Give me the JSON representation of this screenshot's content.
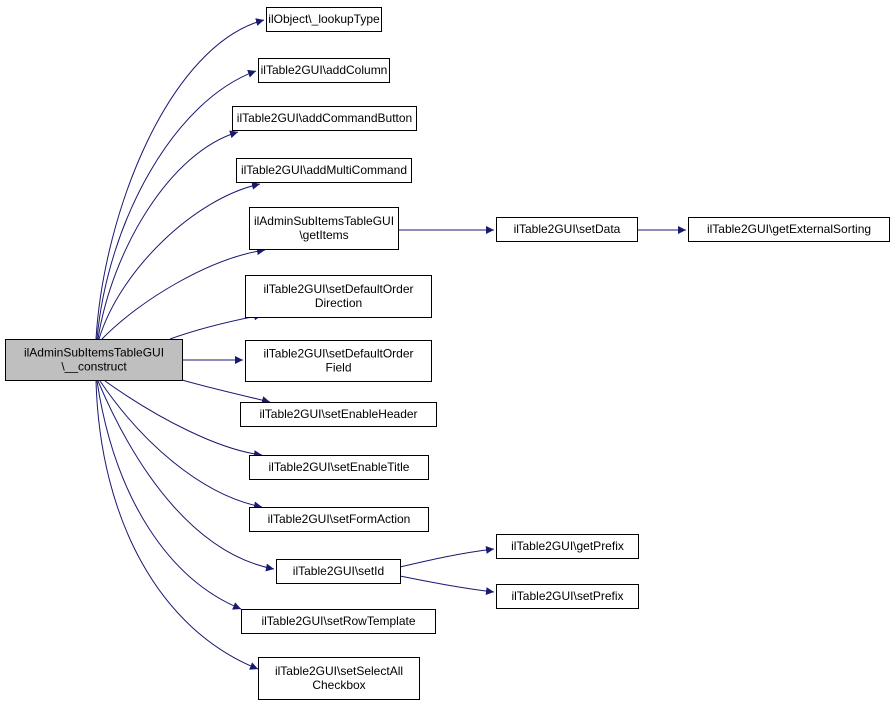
{
  "colors": {
    "edge": "#191970",
    "box_border": "#000000",
    "box_fill": "#ffffff",
    "root_fill": "#bfbfbf"
  },
  "nodes": [
    {
      "id": "root",
      "lines": [
        "ilAdminSubItemsTableGUI",
        "\\__construct"
      ],
      "root": true
    },
    {
      "id": "lookupType",
      "lines": [
        "ilObject\\_lookupType"
      ]
    },
    {
      "id": "addColumn",
      "lines": [
        "ilTable2GUI\\addColumn"
      ]
    },
    {
      "id": "addCommandButton",
      "lines": [
        "ilTable2GUI\\addCommandButton"
      ]
    },
    {
      "id": "addMultiCommand",
      "lines": [
        "ilTable2GUI\\addMultiCommand"
      ]
    },
    {
      "id": "getItems",
      "lines": [
        "ilAdminSubItemsTableGUI",
        "\\getItems"
      ]
    },
    {
      "id": "setData",
      "lines": [
        "ilTable2GUI\\setData"
      ]
    },
    {
      "id": "getExternalSorting",
      "lines": [
        "ilTable2GUI\\getExternalSorting"
      ]
    },
    {
      "id": "setDefaultOrderDirection",
      "lines": [
        "ilTable2GUI\\setDefaultOrder",
        "Direction"
      ]
    },
    {
      "id": "setDefaultOrderField",
      "lines": [
        "ilTable2GUI\\setDefaultOrder",
        "Field"
      ]
    },
    {
      "id": "setEnableHeader",
      "lines": [
        "ilTable2GUI\\setEnableHeader"
      ]
    },
    {
      "id": "setEnableTitle",
      "lines": [
        "ilTable2GUI\\setEnableTitle"
      ]
    },
    {
      "id": "setFormAction",
      "lines": [
        "ilTable2GUI\\setFormAction"
      ]
    },
    {
      "id": "setId",
      "lines": [
        "ilTable2GUI\\setId"
      ]
    },
    {
      "id": "getPrefix",
      "lines": [
        "ilTable2GUI\\getPrefix"
      ]
    },
    {
      "id": "setPrefix",
      "lines": [
        "ilTable2GUI\\setPrefix"
      ]
    },
    {
      "id": "setRowTemplate",
      "lines": [
        "ilTable2GUI\\setRowTemplate"
      ]
    },
    {
      "id": "setSelectAllCheckbox",
      "lines": [
        "ilTable2GUI\\setSelectAll",
        "Checkbox"
      ]
    }
  ],
  "edges": [
    {
      "from": "root",
      "to": "lookupType"
    },
    {
      "from": "root",
      "to": "addColumn"
    },
    {
      "from": "root",
      "to": "addCommandButton"
    },
    {
      "from": "root",
      "to": "addMultiCommand"
    },
    {
      "from": "root",
      "to": "getItems"
    },
    {
      "from": "root",
      "to": "setDefaultOrderDirection"
    },
    {
      "from": "root",
      "to": "setDefaultOrderField"
    },
    {
      "from": "root",
      "to": "setEnableHeader"
    },
    {
      "from": "root",
      "to": "setEnableTitle"
    },
    {
      "from": "root",
      "to": "setFormAction"
    },
    {
      "from": "root",
      "to": "setId"
    },
    {
      "from": "root",
      "to": "setRowTemplate"
    },
    {
      "from": "root",
      "to": "setSelectAllCheckbox"
    },
    {
      "from": "getItems",
      "to": "setData"
    },
    {
      "from": "setData",
      "to": "getExternalSorting"
    },
    {
      "from": "setId",
      "to": "getPrefix"
    },
    {
      "from": "setId",
      "to": "setPrefix"
    }
  ]
}
